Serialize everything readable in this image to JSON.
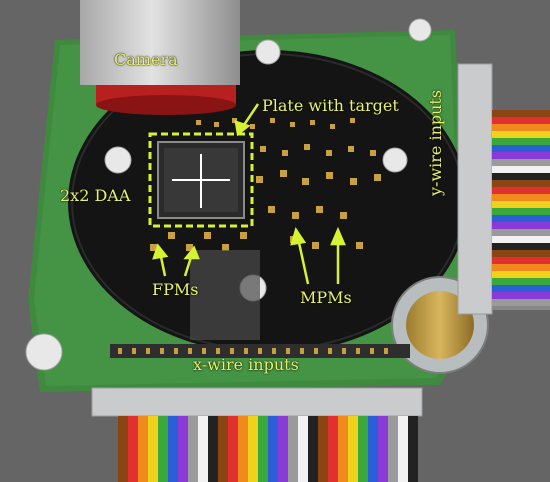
{
  "labels": {
    "camera": "Camera",
    "plate_with_target": "Plate with target",
    "daa": "2x2 DAA",
    "fpms": "FPMs",
    "mpms": "MPMs",
    "x_wire_inputs": "x-wire inputs",
    "y_wire_inputs": "y-wire inputs"
  },
  "colors": {
    "label_text": "#e9f26a",
    "highlight_box": "#d6f233",
    "pcb_green": "#3f8a3f",
    "disk_black": "#141414",
    "pad_gold": "#c9a040",
    "camera_red": "#b82020"
  }
}
